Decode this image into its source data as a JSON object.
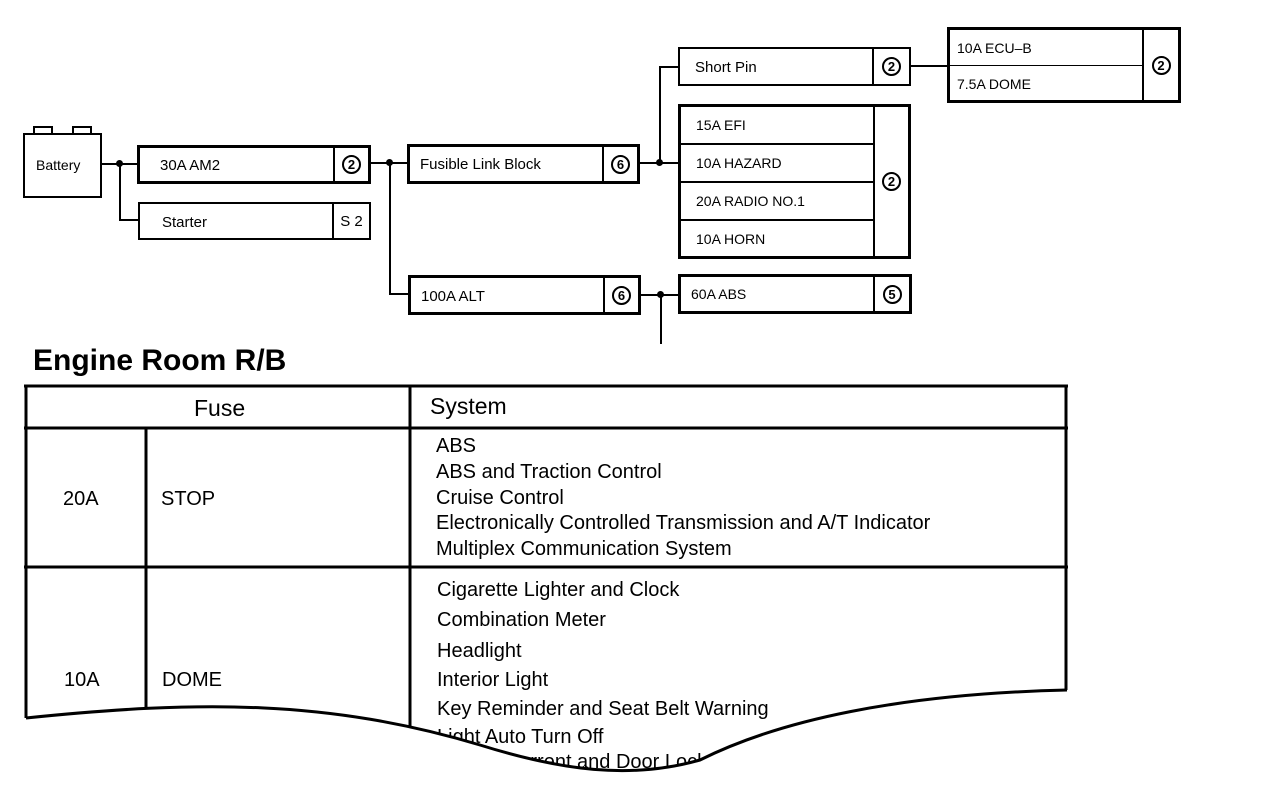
{
  "diagram": {
    "battery": {
      "label": "Battery"
    },
    "fuses": {
      "am2": {
        "label": "30A AM2",
        "connector": "2"
      },
      "starter": {
        "label": "Starter",
        "connector": "S 2"
      },
      "fusible_link_block": {
        "label": "Fusible Link Block",
        "connector": "6"
      },
      "alt": {
        "label": "100A ALT",
        "connector": "6"
      },
      "short_pin": {
        "label": "Short Pin",
        "connector": "2"
      },
      "group_2": {
        "items": [
          "15A EFI",
          "10A HAZARD",
          "20A RADIO NO.1",
          "10A HORN"
        ],
        "connector": "2"
      },
      "abs": {
        "label": "60A ABS",
        "connector": "5"
      },
      "ecu_dome": {
        "items": [
          "10A ECU–B",
          "7.5A DOME"
        ],
        "connector": "2"
      }
    }
  },
  "section": {
    "title": "Engine Room R/B",
    "table": {
      "headers": {
        "fuse": "Fuse",
        "system": "System"
      },
      "rows": [
        {
          "amp": "20A",
          "name": "STOP",
          "systems": [
            "ABS",
            "ABS and Traction Control",
            "Cruise Control",
            "Electronically Controlled Transmission and A/T Indicator",
            "Multiplex Communication System"
          ]
        },
        {
          "amp": "10A",
          "name": "DOME",
          "systems": [
            "Cigarette Lighter and Clock",
            "Combination Meter",
            "Headlight",
            "Interior Light",
            "Key Reminder and Seat Belt Warning",
            "Light Auto Turn Off",
            "Theft Deterrent and Door Lock"
          ]
        }
      ]
    }
  }
}
